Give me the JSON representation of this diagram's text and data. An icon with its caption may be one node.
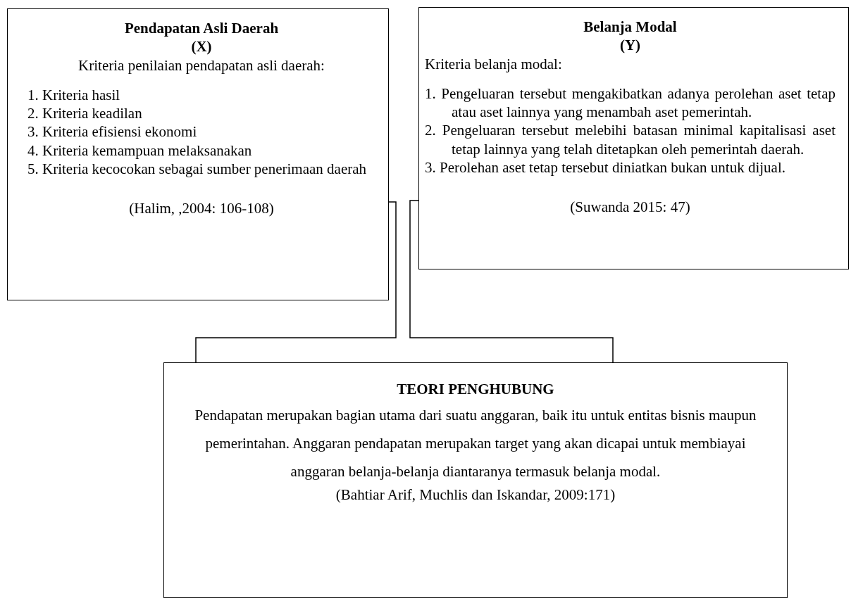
{
  "diagram": {
    "nodes": [
      {
        "text": [
          "Pendapatan Asli Daerah (X)",
          "Kriteria penilaian pendapatan asli daerah:",
          "1. Kriteria hasil",
          "2. Kriteria keadilan",
          "3. Kriteria efisiensi ekonomi",
          "4. Kriteria kemampuan melaksanakan",
          "5. Kriteria kecocokan sebagai sumber penerimaan daerah",
          "(Halim, ,2004: 106-108)"
        ]
      },
      {
        "text": [
          "Belanja Modal (Y)",
          "Kriteria belanja modal:",
          "1. Pengeluaran tersebut mengakibatkan adanya perolehan aset tetap atau aset lainnya yang menambah aset pemerintah.",
          "2. Pengeluaran tersebut melebihi batasan minimal kapitalisasi aset tetap lainnya yang telah ditetapkan oleh pemerintah daerah.",
          "3. Perolehan aset tetap tersebut diniatkan bukan untuk dijual.",
          "(Suwanda 2015: 47)"
        ]
      },
      {
        "text": [
          "TEORI PENGHUBUNG",
          "Pendapatan merupakan bagian utama dari suatu anggaran, baik itu untuk entitas bisnis maupun pemerintahan. Anggaran pendapatan merupakan target yang akan dicapai untuk membiayai anggaran belanja-belanja diantaranya termasuk belanja modal.",
          "(Bahtiar Arif, Muchlis dan Iskandar, 2009:171)"
        ]
      }
    ],
    "edges": [
      {
        "from": 0,
        "to": 2,
        "arrow": "none"
      },
      {
        "from": 1,
        "to": 2,
        "arrow": "none"
      }
    ]
  }
}
